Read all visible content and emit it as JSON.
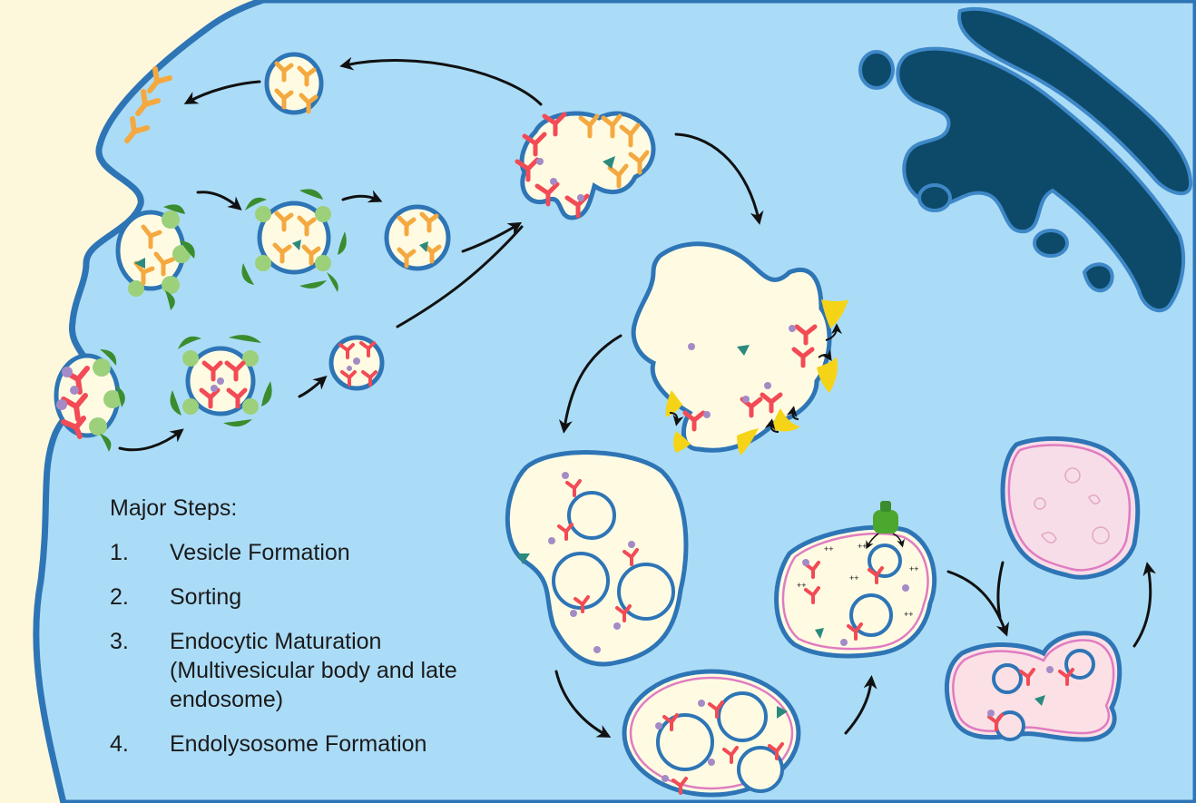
{
  "legend": {
    "title": "Major Steps:",
    "steps": [
      {
        "num": "1.",
        "text": "Vesicle Formation"
      },
      {
        "num": "2.",
        "text": "Sorting"
      },
      {
        "num": "3.",
        "text": "Endocytic Maturation (Multivesicular body and late endosome)"
      },
      {
        "num": "4.",
        "text": "Endolysosome Formation"
      }
    ]
  },
  "colors": {
    "background": "#fdf7dc",
    "cytoplasm": "#abdcf7",
    "membrane": "#2e75b6",
    "lumen": "#fffbe3",
    "golgi": "#0d4a6a",
    "receptor_recycling": "#f4a940",
    "receptor_cargo": "#f24b55",
    "clathrin": "#3a8c2f",
    "adaptor": "#9cd07a",
    "cargo_dot": "#a48bc6",
    "cargo_triangle": "#2b8a7e",
    "rab_patch": "#f5d417",
    "lysosomal_membrane": "#e07cc0",
    "lysosome_lumen": "#f7dde8",
    "v_atpase": "#4ca72f",
    "arrow": "#111111"
  },
  "icons": [
    "curved-arrow-icon",
    "receptor-icon",
    "clathrin-coat-icon",
    "v-atpase-icon",
    "proton-icon"
  ]
}
